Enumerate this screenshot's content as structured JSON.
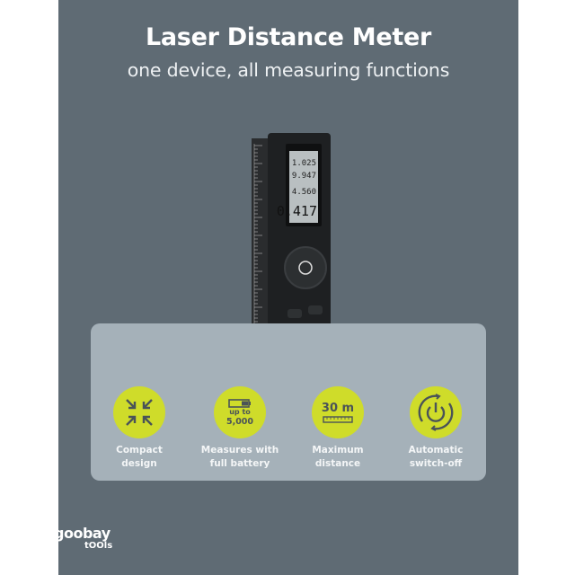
{
  "header": {
    "title": "Laser Distance Meter",
    "subtitle": "one device, all measuring functions"
  },
  "device": {
    "display_lines": [
      "1.025",
      "9.947",
      "4.560",
      "0.417"
    ],
    "brand": "goobay"
  },
  "features": [
    {
      "icon": "compress-arrows-icon",
      "label_line1": "Compact",
      "label_line2": "design"
    },
    {
      "icon": "battery-icon",
      "icon_text1": "up to",
      "icon_text2": "5,000",
      "label_line1": "Measures with",
      "label_line2": "full battery"
    },
    {
      "icon": "ruler-icon",
      "icon_text1": "30 m",
      "label_line1": "Maximum",
      "label_line2": "distance"
    },
    {
      "icon": "power-cycle-icon",
      "label_line1": "Automatic",
      "label_line2": "switch-off"
    }
  ],
  "logo": {
    "brand": "goobay",
    "sub": "tOOls"
  },
  "colors": {
    "background": "#5f6b74",
    "panel": "#a5b1b9",
    "accent": "#cfdc2a"
  }
}
